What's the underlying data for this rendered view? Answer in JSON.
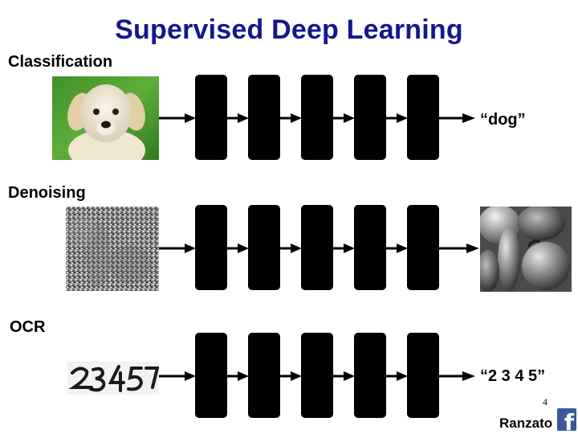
{
  "title": "Supervised Deep Learning",
  "rows": [
    {
      "label": "Classification",
      "input_image": "puppy-photo",
      "output_type": "text",
      "output": "“dog”"
    },
    {
      "label": "Denoising",
      "input_image": "noisy-peppers-photo",
      "output_type": "image",
      "output_image": "clean-peppers-photo"
    },
    {
      "label": "OCR",
      "input_image": "handwritten-digits-2345",
      "output_type": "text",
      "output": "“2 3 4 5”"
    }
  ],
  "page_number": "4",
  "author": "Ranzato",
  "logo": "facebook-logo",
  "colors": {
    "title": "#16168c",
    "blocks": "#000000",
    "facebook": "#3b5998"
  }
}
